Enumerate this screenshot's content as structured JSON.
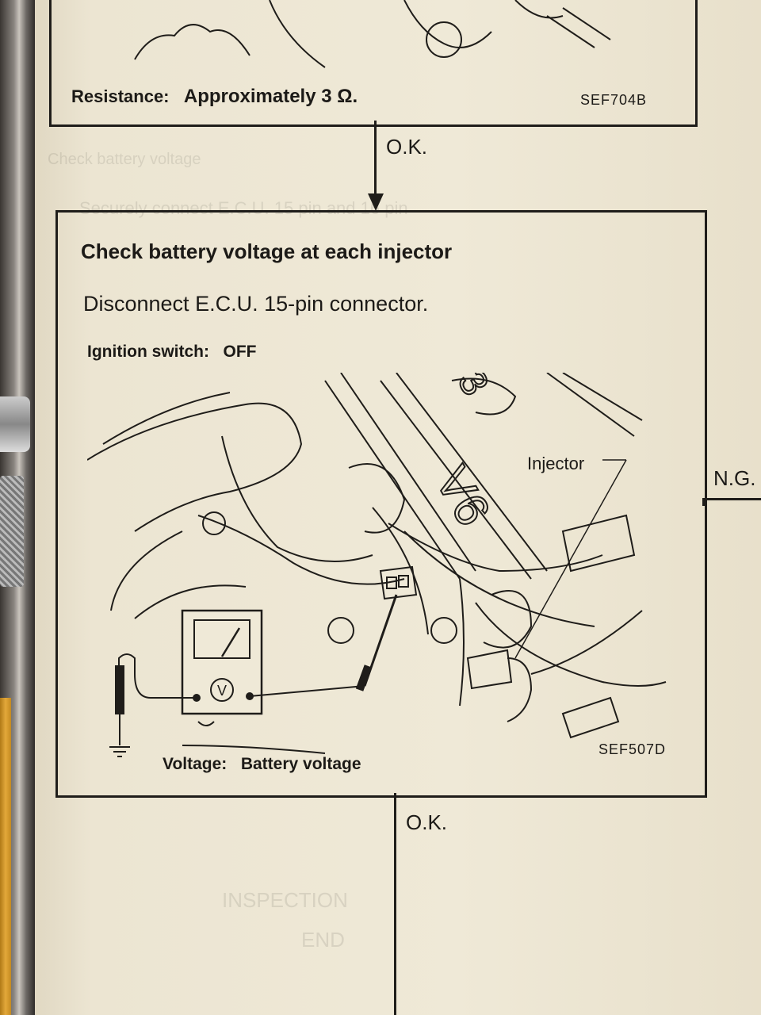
{
  "page": {
    "top_box": {
      "resistance_label": "Resistance:",
      "resistance_value": "Approximately 3 Ω.",
      "figure_code": "SEF704B"
    },
    "ok_label_1": "O.K.",
    "main_box": {
      "title": "Check battery voltage at each injector",
      "instruction": "Disconnect E.C.U. 15-pin connector.",
      "ignition_label": "Ignition switch:",
      "ignition_value": "OFF",
      "injector_callout": "Injector",
      "engine_badge": "V6",
      "meter_symbol": "V",
      "voltage_label": "Voltage:",
      "voltage_value": "Battery voltage",
      "figure_code": "SEF507D"
    },
    "ng_label": "N.G.",
    "ok_label_2": "O.K."
  }
}
